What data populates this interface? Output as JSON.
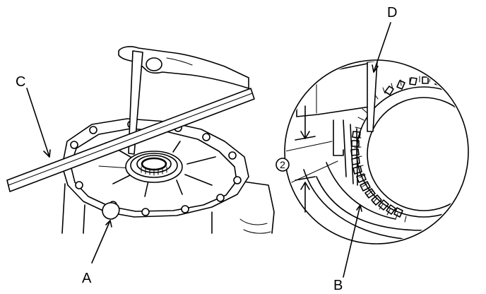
{
  "labels": {
    "a": "A",
    "b": "B",
    "c": "C",
    "d": "D",
    "dimension": "2"
  },
  "colors": {
    "ink": "#000000",
    "paper": "#ffffff"
  }
}
